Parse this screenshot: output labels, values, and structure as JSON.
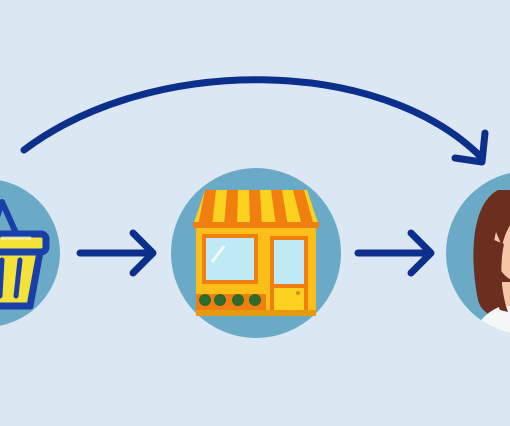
{
  "diagram": {
    "stages": [
      {
        "name": "shopping-basket"
      },
      {
        "name": "storefront"
      },
      {
        "name": "customer"
      }
    ]
  },
  "colors": {
    "background": "#dbe8f4",
    "circle": "#6aaac6",
    "arrow": "#0d2f8c",
    "basket_blue": "#1a3fa8",
    "basket_yellow": "#f3e23a",
    "awning_orange": "#f07f10",
    "awning_yellow": "#fcd220",
    "shop_wall": "#fcbf1a",
    "window_glass": "#bfeaf5",
    "plant_green": "#2f6b2a",
    "hair_brown": "#6b2e1f",
    "skin": "#f6c7a6",
    "shirt": "#f4f6f8"
  },
  "icons": [
    "basket-icon",
    "shop-icon",
    "woman-icon",
    "arrow-right-icon",
    "curved-arrow-icon"
  ]
}
